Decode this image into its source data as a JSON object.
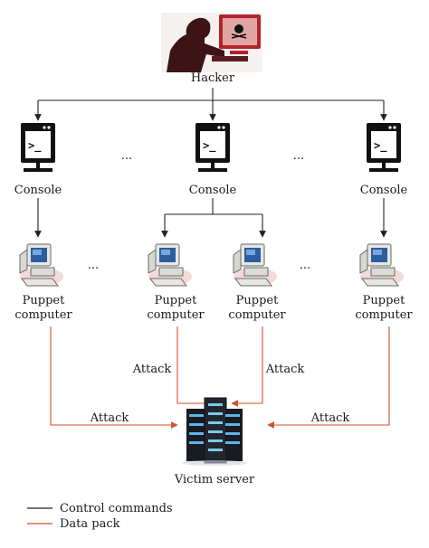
{
  "hacker": {
    "label": "Hacker"
  },
  "consoles": [
    {
      "label": "Console"
    },
    {
      "label": "Console"
    },
    {
      "label": "Console"
    }
  ],
  "puppets": [
    {
      "line1": "Puppet",
      "line2": "computer"
    },
    {
      "line1": "Puppet",
      "line2": "computer"
    },
    {
      "line1": "Puppet",
      "line2": "computer"
    },
    {
      "line1": "Puppet",
      "line2": "computer"
    }
  ],
  "attack_label": "Attack",
  "ellipsis": "...",
  "victim": {
    "label": "Victim server"
  },
  "legend": {
    "control": {
      "label": "Control commands",
      "color": "#222222"
    },
    "data": {
      "label": "Data pack",
      "color": "#d0512a"
    }
  },
  "colors": {
    "control_line": "#222222",
    "attack_line": "#d0512a"
  }
}
